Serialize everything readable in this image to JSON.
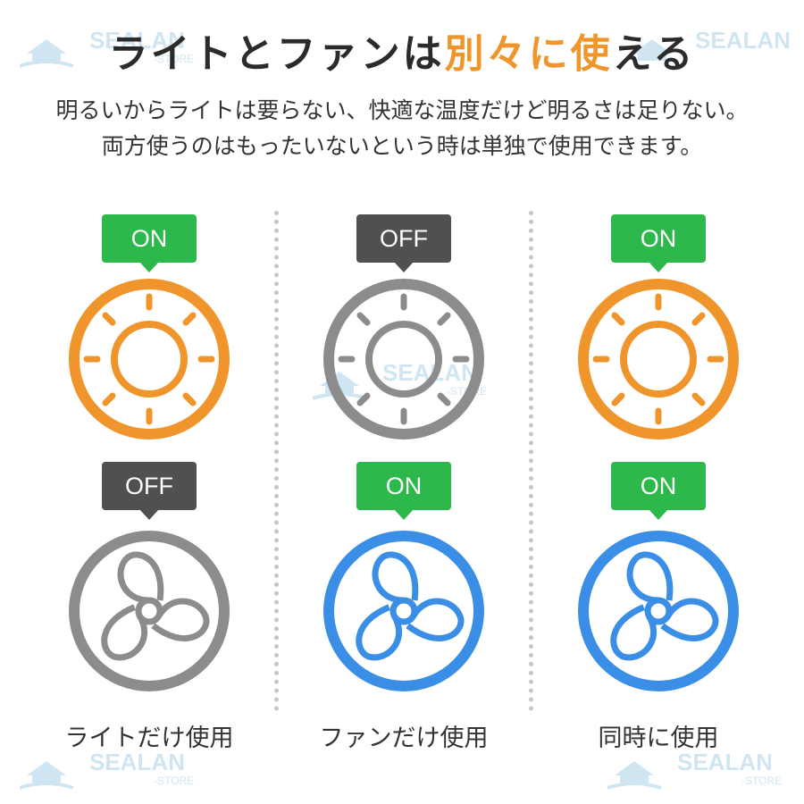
{
  "title": {
    "part1": "ライトとファンは",
    "accent": "別々に使",
    "part2": "える"
  },
  "description": {
    "line1": "明るいからライトは要らない、快適な温度だけど明るさは足りない。",
    "line2": "両方使うのはもったいないという時は単独で使用できます。"
  },
  "columns": [
    {
      "light_status": "ON",
      "fan_status": "OFF",
      "caption": "ライトだけ使用"
    },
    {
      "light_status": "OFF",
      "fan_status": "ON",
      "caption": "ファンだけ使用"
    },
    {
      "light_status": "ON",
      "fan_status": "ON",
      "caption": "同時に使用"
    }
  ],
  "watermark": {
    "brand": "SEALAN",
    "sub": "-STORE"
  },
  "colors": {
    "light_on": "#f0952b",
    "fan_on": "#3a8ee6",
    "inactive": "#8c8c8c",
    "badge_on": "#2db84c",
    "badge_off": "#505050"
  }
}
